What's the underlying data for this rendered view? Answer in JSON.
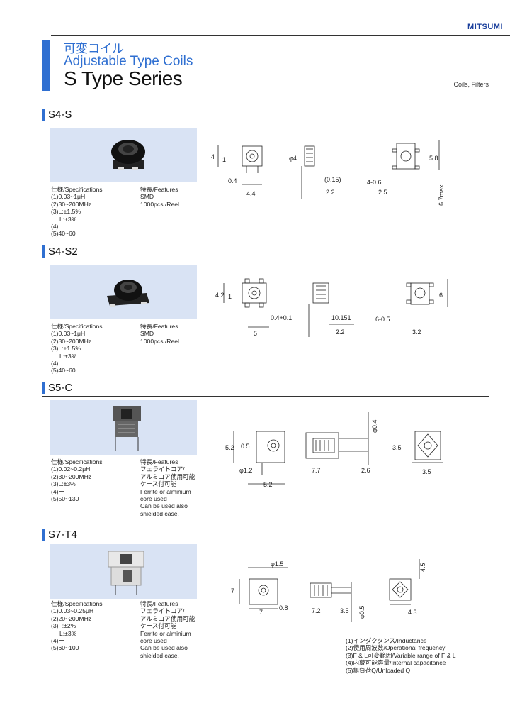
{
  "header": {
    "brand": "MITSUMI",
    "title_jp": "可変コイル",
    "title_en": "Adjustable Type Coils",
    "title_main": "S Type Series",
    "category": "Coils, Filters"
  },
  "colors": {
    "accent": "#2f6fd1",
    "photo_bg": "#d9e3f4",
    "brand": "#1a3f9c"
  },
  "sections": [
    {
      "title": "S4-S",
      "spec_header": "仕様/Specifications",
      "specs": [
        "(1)0.03~1μH",
        "(2)30~200MHz",
        "(3)L:±1.5%",
        "   L:±3%",
        "(4)ー",
        "(5)40~60"
      ],
      "feat_header": "特長/Features",
      "features": [
        "SMD",
        "1000pcs./Reel"
      ],
      "dims": [
        "4",
        "1",
        "0.4",
        "4.4",
        "φ4",
        "(0.15)",
        "2.2",
        "4-0.6",
        "2.5",
        "5.8",
        "6.7max"
      ]
    },
    {
      "title": "S4-S2",
      "spec_header": "仕様/Specifications",
      "specs": [
        "(1)0.03~1μH",
        "(2)30~200MHz",
        "(3)L:±1.5%",
        "   L:±3%",
        "(4)ー",
        "(5)40~60"
      ],
      "feat_header": "特長/Features",
      "features": [
        "SMD",
        "1000pcs./Reel"
      ],
      "dims": [
        "4.2",
        "1",
        "0.4+0.1",
        "5",
        "10.151",
        "2.2",
        "6-0.5",
        "3.2",
        "6"
      ]
    },
    {
      "title": "S5-C",
      "spec_header": "仕様/Specifications",
      "specs": [
        "(1)0.02~0.2μH",
        "(2)30~200MHz",
        "(3)L:±3%",
        "(4)ー",
        "(5)50~130"
      ],
      "feat_header": "特長/Features",
      "features": [
        "フェライトコア/",
        "アルミコア使用可能",
        "ケース付可能",
        "Ferrite or alminium",
        "core used",
        "Can be used also",
        "shielded case."
      ],
      "dims": [
        "5.2",
        "0.5",
        "φ1.2",
        "5.2",
        "φ0.4",
        "7.7",
        "2.6",
        "3.5",
        "3.5"
      ]
    },
    {
      "title": "S7-T4",
      "spec_header": "仕様/Specifications",
      "specs": [
        "(1)0.03~0.25μH",
        "(2)20~200MHz",
        "(3)F:±2%",
        "   L:±3%",
        "(4)ー",
        "(5)60~100"
      ],
      "feat_header": "特長/Features",
      "features": [
        "フェライトコア/",
        "アルミコア使用可能",
        "ケース付可能",
        "Ferrite or alminium",
        "core used",
        "Can be used also",
        "shielded case."
      ],
      "dims": [
        "φ1.5",
        "7",
        "7",
        "0.8",
        "7.2",
        "3.5",
        "φ0.5",
        "4.5",
        "4.3"
      ]
    }
  ],
  "notes": [
    "(1)インダクタンス/Inductance",
    "(2)使用周波数/Operational frequency",
    "(3)F & L可変範囲/Variable range of F & L",
    "(4)内蔵可能容量/Internal capacitance",
    "(5)無負荷Q/Unloaded Q"
  ]
}
